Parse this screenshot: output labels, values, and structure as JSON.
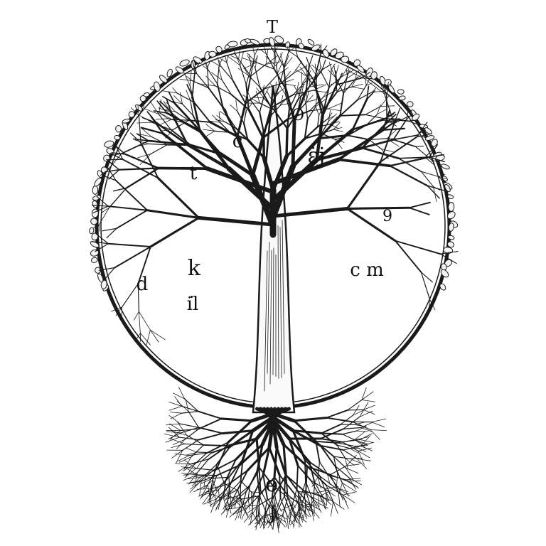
{
  "colors": {
    "ink": "#1a1a1a",
    "background": "#ffffff",
    "leaf": "#f4f4f4"
  },
  "glyphs": [
    {
      "id": "top",
      "text": "T"
    },
    {
      "id": "circle-dot",
      "text": "ʘ"
    },
    {
      "id": "c-left",
      "text": "c"
    },
    {
      "id": "epsilon-j",
      "text": "ɛ̇j"
    },
    {
      "id": "t",
      "text": "t"
    },
    {
      "id": "nine",
      "text": "9"
    },
    {
      "id": "k",
      "text": "k"
    },
    {
      "id": "d",
      "text": "d"
    },
    {
      "id": "tl",
      "text": "i͘l"
    },
    {
      "id": "cm",
      "text": "c m"
    },
    {
      "id": "bottom-o",
      "text": "ɵ"
    },
    {
      "id": "bottom-j",
      "text": "J"
    }
  ]
}
